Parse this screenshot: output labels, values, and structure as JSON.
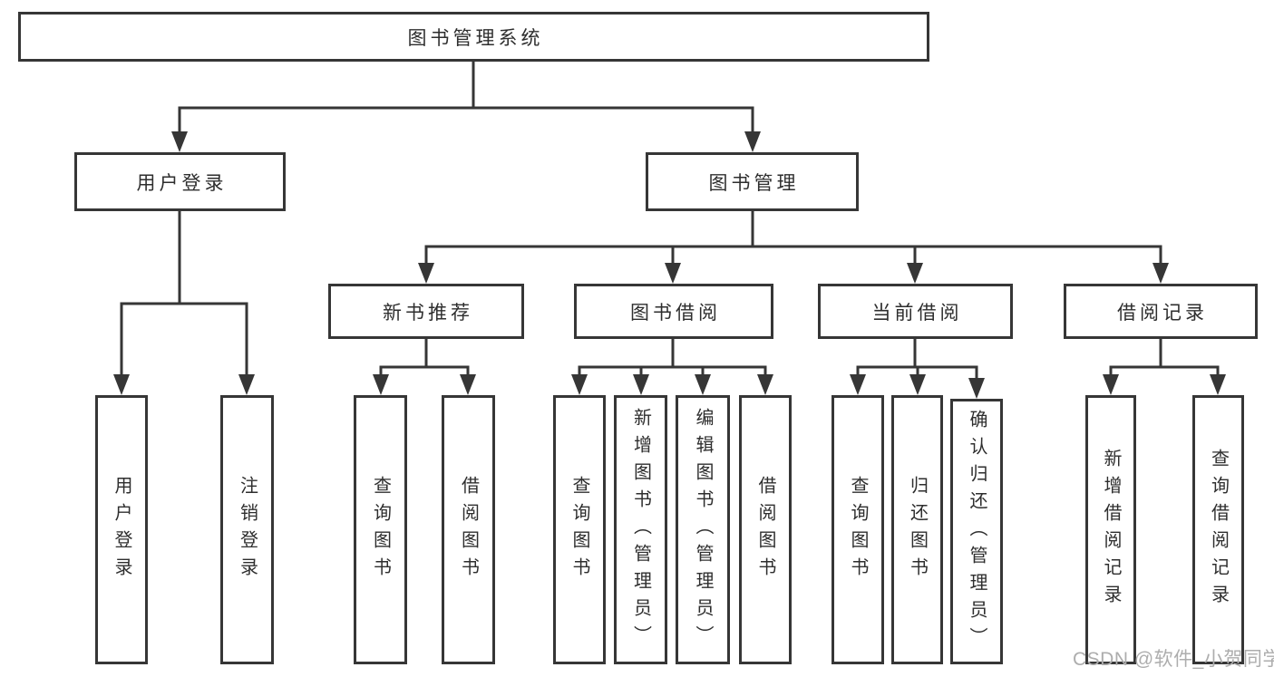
{
  "colors": {
    "line": "#363636",
    "box_border": "#363636",
    "text": "#2e2e2e",
    "watermark": "#adadad",
    "background": "#ffffff"
  },
  "watermark": {
    "text": "CSDN @软件_小贺同学"
  },
  "tree": {
    "label": "图书管理系统",
    "children": [
      {
        "label": "用户登录",
        "children": [
          {
            "label": "用户登录"
          },
          {
            "label": "注销登录"
          }
        ]
      },
      {
        "label": "图书管理",
        "children": [
          {
            "label": "新书推荐",
            "children": [
              {
                "label": "查询图书"
              },
              {
                "label": "借阅图书"
              }
            ]
          },
          {
            "label": "图书借阅",
            "children": [
              {
                "label": "查询图书"
              },
              {
                "label": "新增图书（管理员）"
              },
              {
                "label": "编辑图书（管理员）"
              },
              {
                "label": "借阅图书"
              }
            ]
          },
          {
            "label": "当前借阅",
            "children": [
              {
                "label": "查询图书"
              },
              {
                "label": "归还图书"
              },
              {
                "label": "确认归还（管理员）"
              }
            ]
          },
          {
            "label": "借阅记录",
            "children": [
              {
                "label": "新增借阅记录"
              },
              {
                "label": "查询借阅记录"
              }
            ]
          }
        ]
      }
    ]
  }
}
